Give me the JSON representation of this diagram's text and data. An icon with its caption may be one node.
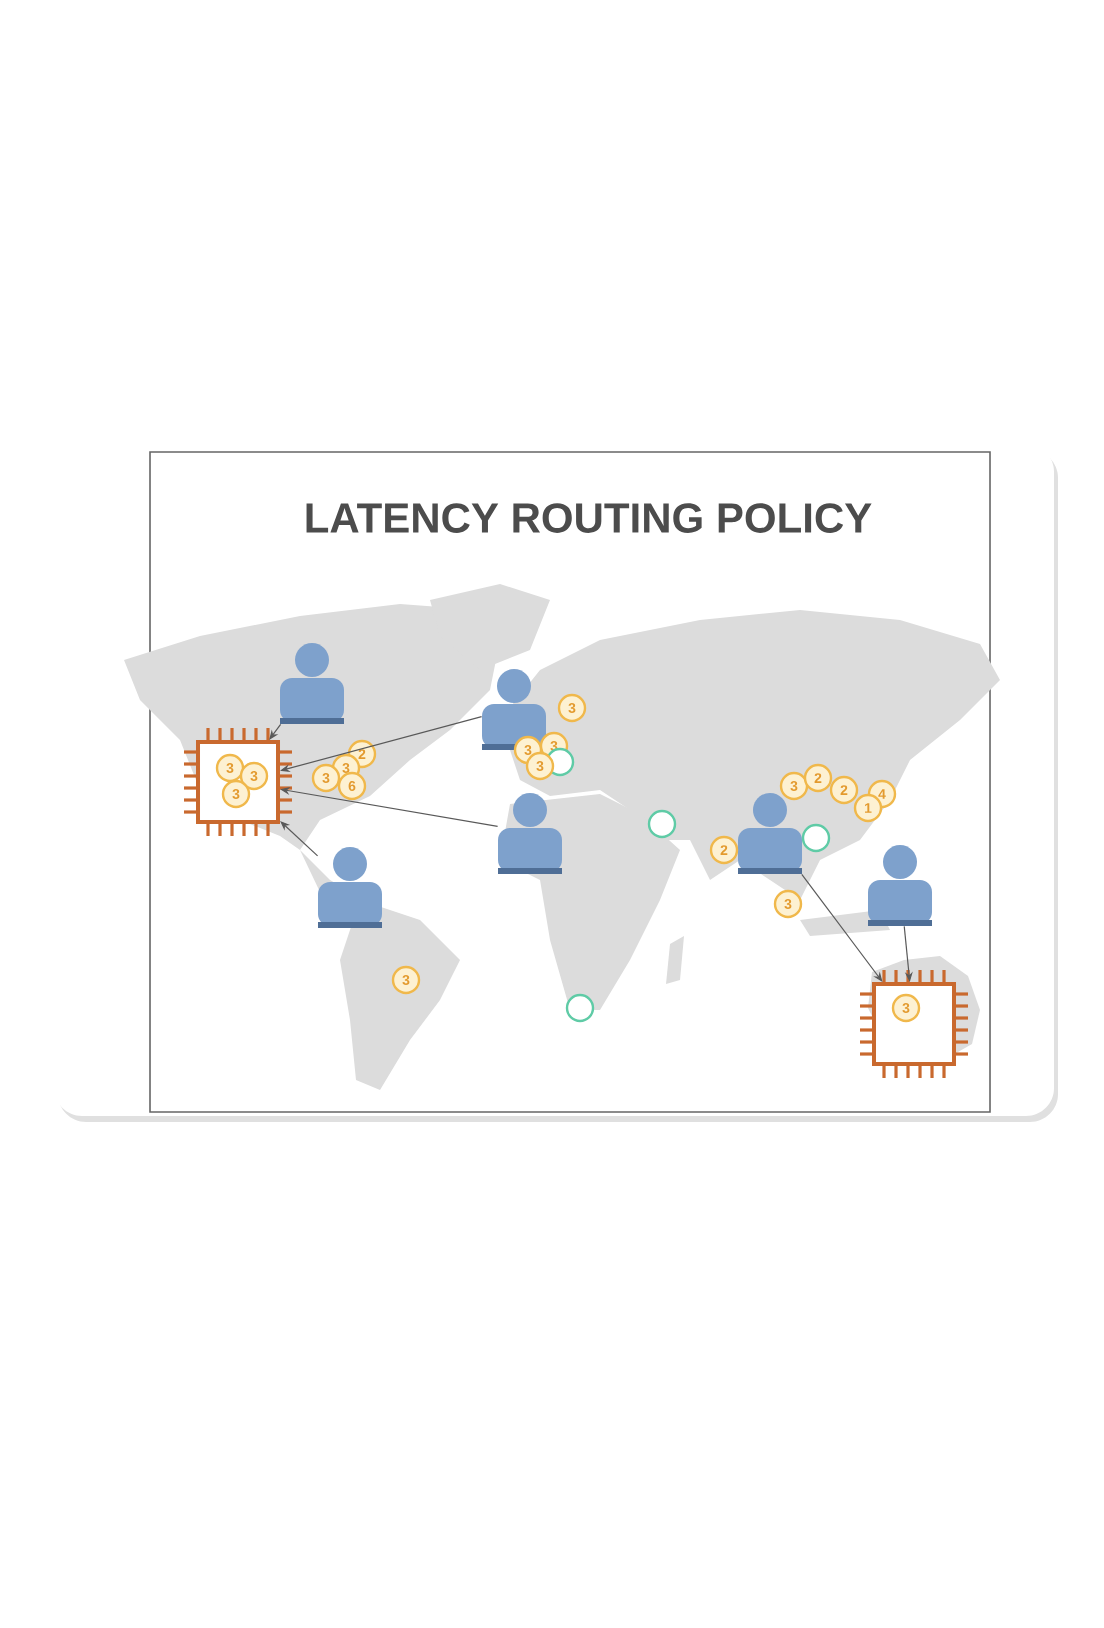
{
  "diagram": {
    "title": "LATENCY ROUTING POLICY",
    "nodes": [
      {
        "text": [],
        "shape": "chip"
      },
      {
        "text": [
          "3"
        ],
        "in": 0
      },
      {
        "text": [
          "3"
        ],
        "in": 0
      },
      {
        "text": [
          "3"
        ],
        "in": 0
      },
      {
        "text": [],
        "shape": "person"
      },
      {
        "text": [],
        "shape": "person"
      },
      {
        "text": [
          "3"
        ]
      },
      {
        "text": [
          "2"
        ]
      },
      {
        "text": [
          "3"
        ]
      },
      {
        "text": [
          "3"
        ]
      },
      {
        "text": [
          "6"
        ]
      },
      {
        "text": [
          "3"
        ]
      },
      {
        "text": [
          "3"
        ]
      },
      {
        "text": [],
        "shape": "circle"
      },
      {
        "text": [
          "3"
        ]
      },
      {
        "text": [],
        "shape": "person"
      },
      {
        "text": [],
        "shape": "person"
      },
      {
        "text": [
          "3"
        ]
      },
      {
        "text": [
          "2"
        ]
      },
      {
        "text": [
          "2"
        ]
      },
      {
        "text": [
          "4"
        ]
      },
      {
        "text": [
          "1"
        ]
      },
      {
        "text": [],
        "shape": "circle"
      },
      {
        "text": [],
        "shape": "person"
      },
      {
        "text": [],
        "shape": "circle"
      },
      {
        "text": [
          "2"
        ]
      },
      {
        "text": [],
        "shape": "person"
      },
      {
        "text": [
          "3"
        ]
      },
      {
        "text": [
          "3"
        ]
      },
      {
        "text": [],
        "shape": "circle"
      },
      {
        "text": [],
        "shape": "chip"
      },
      {
        "text": [
          "3"
        ],
        "in": 30
      }
    ],
    "edges": [
      {
        "from": 4,
        "to": 0,
        "arrow": "to"
      },
      {
        "from": 5,
        "to": 0,
        "arrow": "to"
      },
      {
        "from": 15,
        "to": 0,
        "arrow": "to"
      },
      {
        "from": 16,
        "to": 0,
        "arrow": "to"
      },
      {
        "from": 23,
        "to": 30,
        "arrow": "to"
      },
      {
        "from": 26,
        "to": 30,
        "arrow": "to"
      }
    ]
  }
}
